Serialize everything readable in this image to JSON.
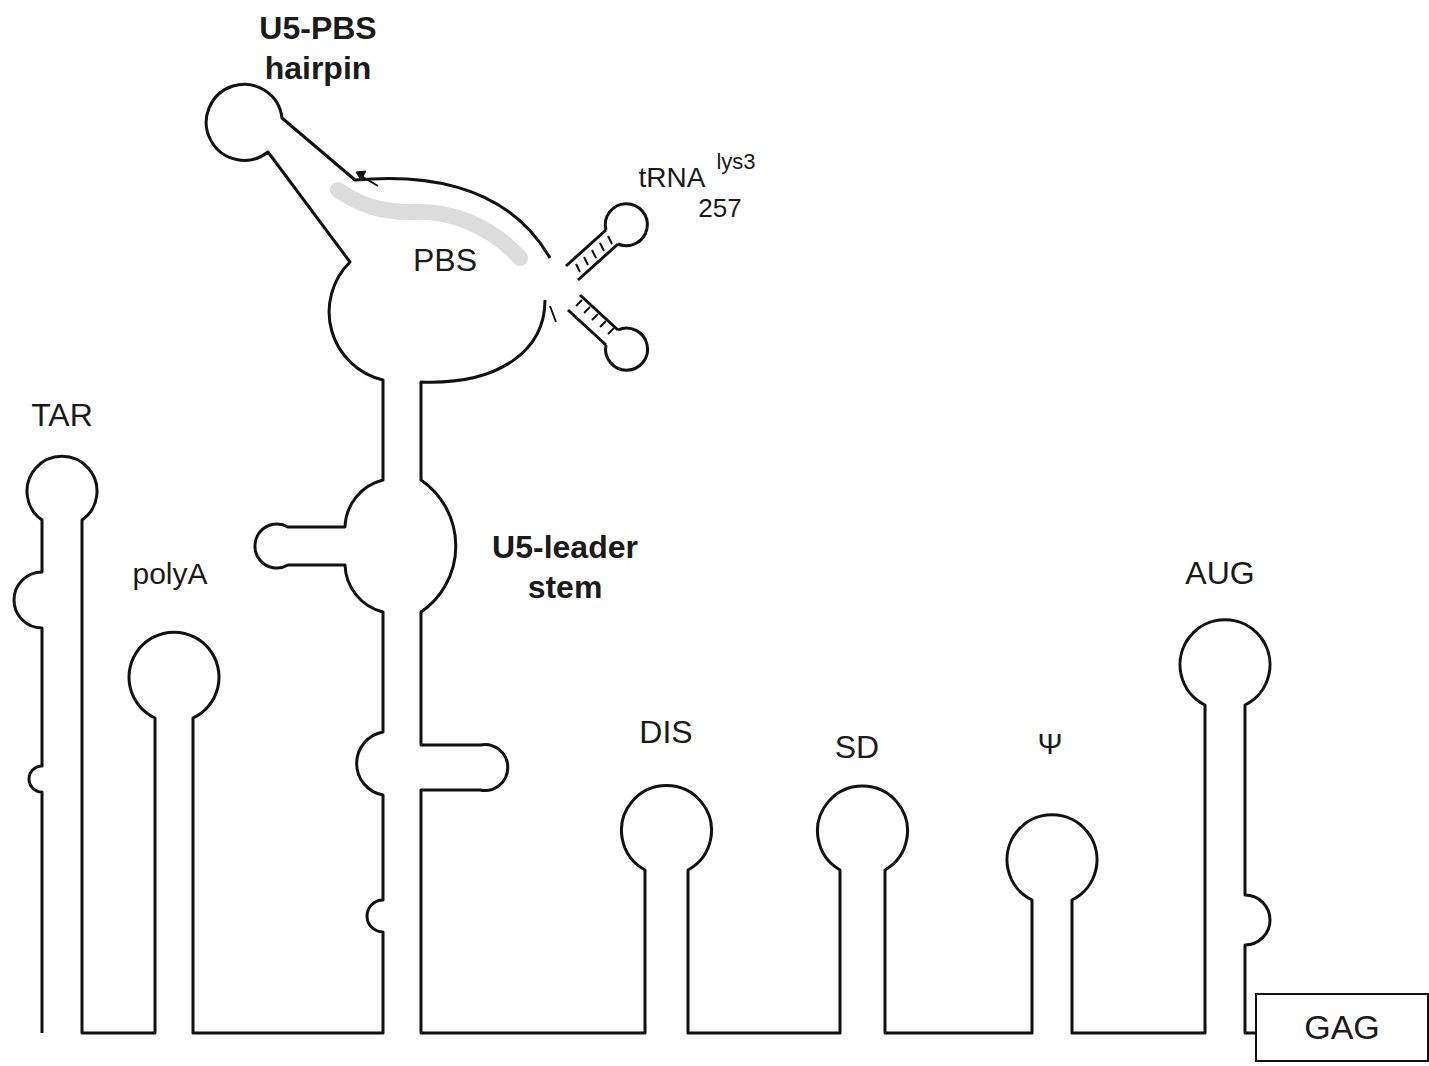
{
  "diagram": {
    "nodes": [
      {
        "text": [
          "GAG"
        ]
      }
    ],
    "labels": [
      "U5-PBS hairpin",
      "tRNA",
      "lys3",
      "257",
      "PBS",
      "TAR",
      "polyA",
      "U5-leader stem",
      "DIS",
      "SD",
      "Ψ",
      "AUG"
    ]
  }
}
